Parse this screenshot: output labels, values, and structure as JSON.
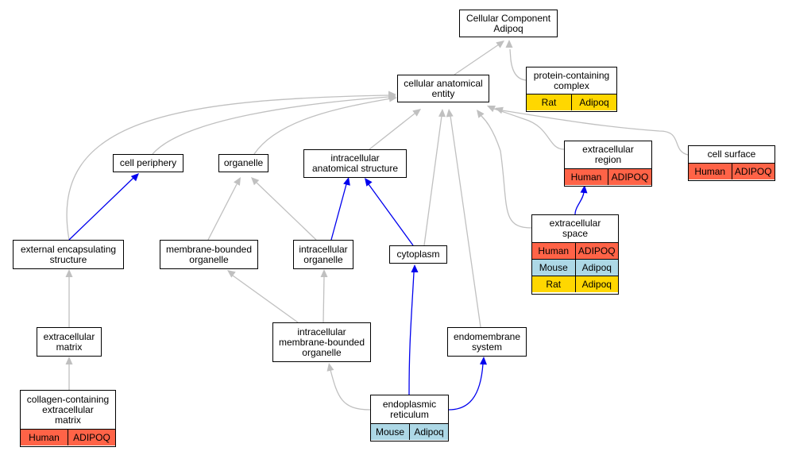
{
  "colors": {
    "is_a_edge": "#c0c0c0",
    "part_of_edge": "#0000ee",
    "Human": "#ff6347",
    "Mouse": "#add8e6",
    "Rat": "#ffd700"
  },
  "nodes": {
    "root": {
      "label": "Cellular Component\nAdipoq"
    },
    "cae": {
      "label": "cellular anatomical\nentity"
    },
    "pcc": {
      "label": "protein-containing\ncomplex",
      "annotations": [
        {
          "species": "Rat",
          "gene": "Adipoq"
        }
      ]
    },
    "cp": {
      "label": "cell periphery"
    },
    "org": {
      "label": "organelle"
    },
    "ias": {
      "label": "intracellular\nanatomical structure"
    },
    "er": {
      "label": "extracellular\nregion",
      "annotations": [
        {
          "species": "Human",
          "gene": "ADIPOQ"
        }
      ]
    },
    "cs": {
      "label": "cell surface",
      "annotations": [
        {
          "species": "Human",
          "gene": "ADIPOQ"
        }
      ]
    },
    "es": {
      "label": "extracellular\nspace",
      "annotations": [
        {
          "species": "Human",
          "gene": "ADIPOQ"
        },
        {
          "species": "Mouse",
          "gene": "Adipoq"
        },
        {
          "species": "Rat",
          "gene": "Adipoq"
        }
      ]
    },
    "ees": {
      "label": "external encapsulating\nstructure"
    },
    "mbo": {
      "label": "membrane-bounded\norganelle"
    },
    "io": {
      "label": "intracellular\norganelle"
    },
    "cyto": {
      "label": "cytoplasm"
    },
    "ecm": {
      "label": "extracellular\nmatrix"
    },
    "imbo": {
      "label": "intracellular\nmembrane-bounded\norganelle"
    },
    "ems": {
      "label": "endomembrane\nsystem"
    },
    "cecm": {
      "label": "collagen-containing\nextracellular\nmatrix",
      "annotations": [
        {
          "species": "Human",
          "gene": "ADIPOQ"
        }
      ]
    },
    "ert": {
      "label": "endoplasmic\nreticulum",
      "annotations": [
        {
          "species": "Mouse",
          "gene": "Adipoq"
        }
      ]
    }
  },
  "edges": [
    {
      "from": "cae",
      "to": "root",
      "type": "is_a"
    },
    {
      "from": "pcc",
      "to": "root",
      "type": "is_a"
    },
    {
      "from": "ees",
      "to": "cae",
      "type": "is_a"
    },
    {
      "from": "cp",
      "to": "cae",
      "type": "is_a"
    },
    {
      "from": "org",
      "to": "cae",
      "type": "is_a"
    },
    {
      "from": "ias",
      "to": "cae",
      "type": "is_a"
    },
    {
      "from": "cyto",
      "to": "cae",
      "type": "is_a"
    },
    {
      "from": "ems",
      "to": "cae",
      "type": "is_a"
    },
    {
      "from": "es",
      "to": "cae",
      "type": "is_a"
    },
    {
      "from": "er",
      "to": "cae",
      "type": "is_a"
    },
    {
      "from": "cs",
      "to": "cae",
      "type": "is_a"
    },
    {
      "from": "ees",
      "to": "cp",
      "type": "part_of"
    },
    {
      "from": "mbo",
      "to": "org",
      "type": "is_a"
    },
    {
      "from": "io",
      "to": "org",
      "type": "is_a"
    },
    {
      "from": "io",
      "to": "ias",
      "type": "part_of"
    },
    {
      "from": "cyto",
      "to": "ias",
      "type": "part_of"
    },
    {
      "from": "es",
      "to": "er",
      "type": "part_of"
    },
    {
      "from": "ecm",
      "to": "ees",
      "type": "is_a"
    },
    {
      "from": "imbo",
      "to": "mbo",
      "type": "is_a"
    },
    {
      "from": "imbo",
      "to": "io",
      "type": "is_a"
    },
    {
      "from": "ert",
      "to": "cyto",
      "type": "part_of"
    },
    {
      "from": "ert",
      "to": "imbo",
      "type": "is_a"
    },
    {
      "from": "ert",
      "to": "ems",
      "type": "part_of"
    },
    {
      "from": "cecm",
      "to": "ecm",
      "type": "is_a"
    }
  ]
}
